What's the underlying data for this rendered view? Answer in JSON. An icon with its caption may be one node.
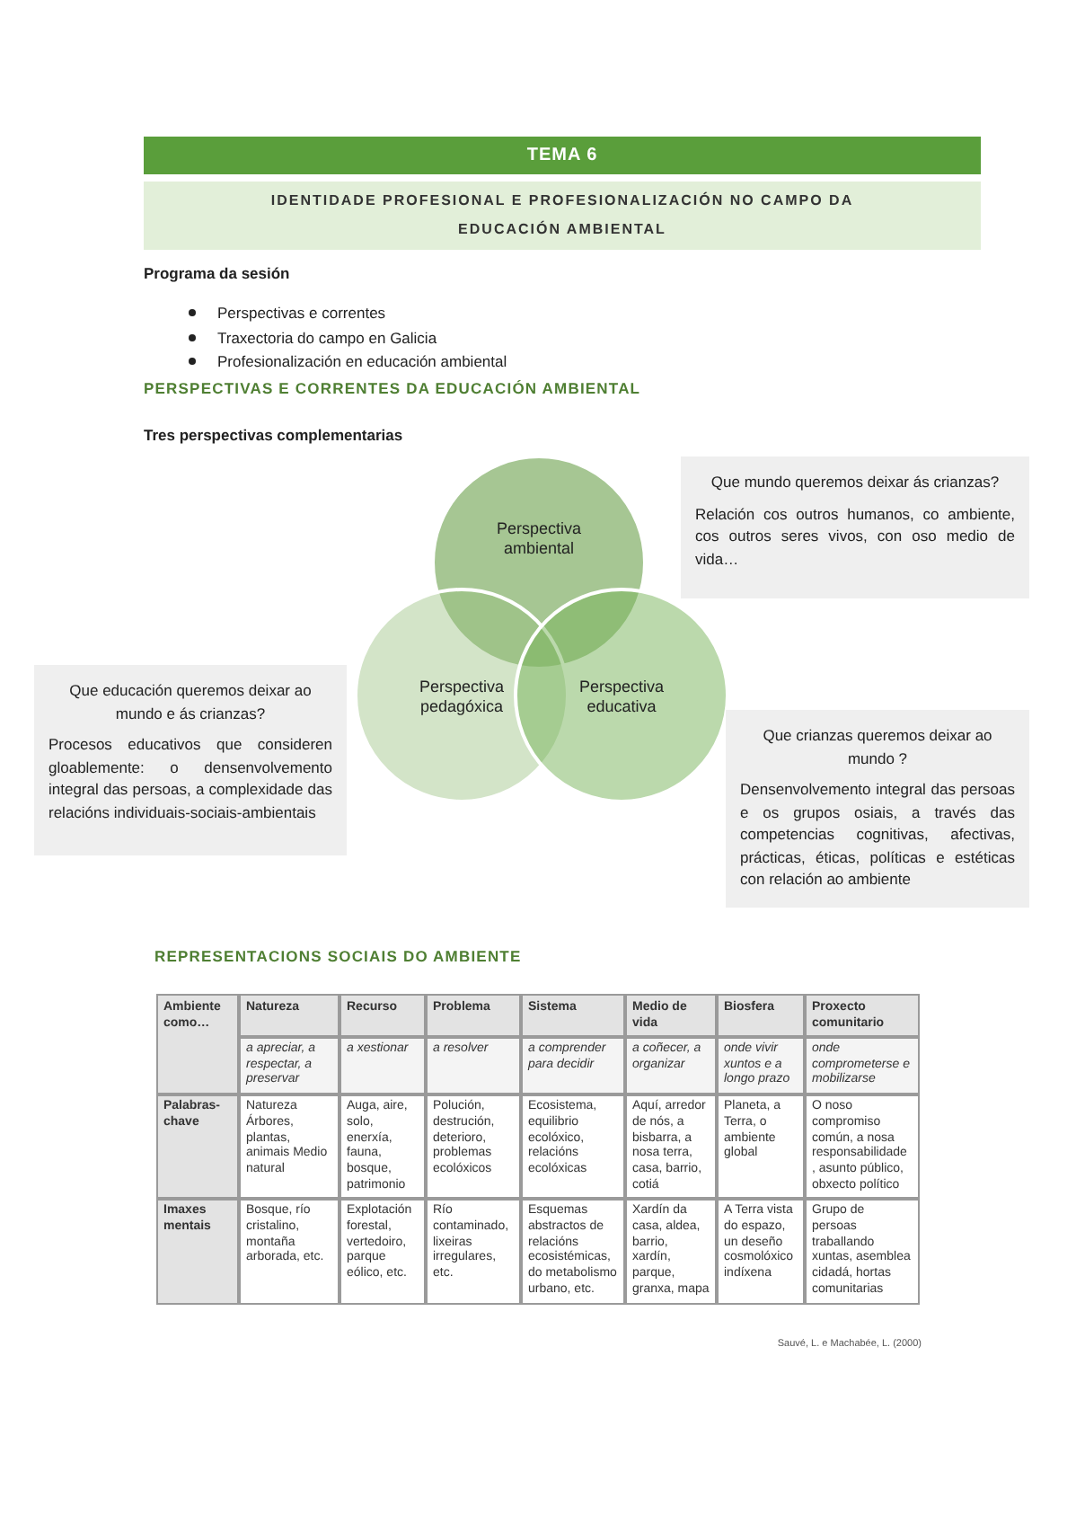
{
  "diagram": {
    "title": "TEMA 6",
    "nodes": [
      {
        "text": [
          "Perspectiva ambiental"
        ]
      },
      {
        "text": [
          "Que mundo queremos deixar ás crianzas?",
          "Relación cos outros humanos, co ambiente, cos outros seres vivos, con oso medio de vida…"
        ]
      },
      {
        "text": [
          "Que educación queremos deixar ao mundo e ás crianzas?",
          "Procesos educativos que consideren gloablemente: o densenvolvemento integral das persoas, a complexidade das relacións individuais-sociais-ambientais"
        ]
      },
      {
        "text": [
          "Perspectiva pedagóxica"
        ]
      },
      {
        "text": [
          "Perspectiva educativa"
        ]
      },
      {
        "text": [
          "Que crianzas queremos deixar ao mundo ?",
          "Densenvolvemento integral das persoas e os grupos osiais, a través das competencias cognitivas, afectivas, prácticas, éticas, políticas e estéticas con relación ao ambiente"
        ]
      }
    ],
    "labels": [
      "IDENTIDADE PROFESIONAL E PROFESIONALIZACIÓN NO CAMPO DA EDUCACIÓN AMBIENTAL",
      "Programa da sesión",
      "Perspectivas e correntes",
      "Traxectoria do campo en Galicia",
      "Profesionalización en educación ambiental",
      "PERSPECTIVAS E CORRENTES DA EDUCACIÓN AMBIENTAL",
      "Tres perspectivas complementarias",
      "REPRESENTACIONS SOCIAIS DO AMBIENTE",
      "Ambiente como…",
      "Natureza",
      "Recurso",
      "Problema",
      "Sistema",
      "Medio de vida",
      "Biosfera",
      "Proxecto comunitario",
      "a apreciar, a respectar, a preservar",
      "a xestionar",
      "a resolver",
      "a comprender para decidir",
      "a coñecer, a organizar",
      "onde vivir xuntos e a longo prazo",
      "onde comprometerse e mobilizarse",
      "Palabras-chave",
      "Natureza Árbores, plantas, animais Medio natural",
      "Auga, aire, solo, enerxía, fauna, bosque, patrimonio",
      "Polución, destrución, deterioro, problemas ecolóxicos",
      "Ecosistema, equilibrio ecolóxico, relacións ecolóxicas",
      "Aquí, arredor de nós, a bisbarra, a nosa terra, casa, barrio, cotiá",
      "Planeta, a Terra, o ambiente global",
      "O noso compromiso común, a nosa responsabilidade , asunto público, obxecto político",
      "Imaxes mentais",
      "Bosque, río cristalino, montaña arborada, etc.",
      "Explotación forestal, vertedoiro, parque eólico, etc.",
      "Río contaminado, lixeiras irregulares, etc.",
      "Esquemas abstractos de relacións ecosistémicas, do metabolismo urbano, etc.",
      "Xardín da casa, aldea, barrio, xardín, parque, granxa, mapa",
      "A Terra vista do espazo, un deseño cosmolóxico indíxena",
      "Grupo de persoas traballando xuntas, asemblea cidadá, hortas comunitarias",
      "Sauvé, L. e Machabée, L. (2000)"
    ]
  }
}
